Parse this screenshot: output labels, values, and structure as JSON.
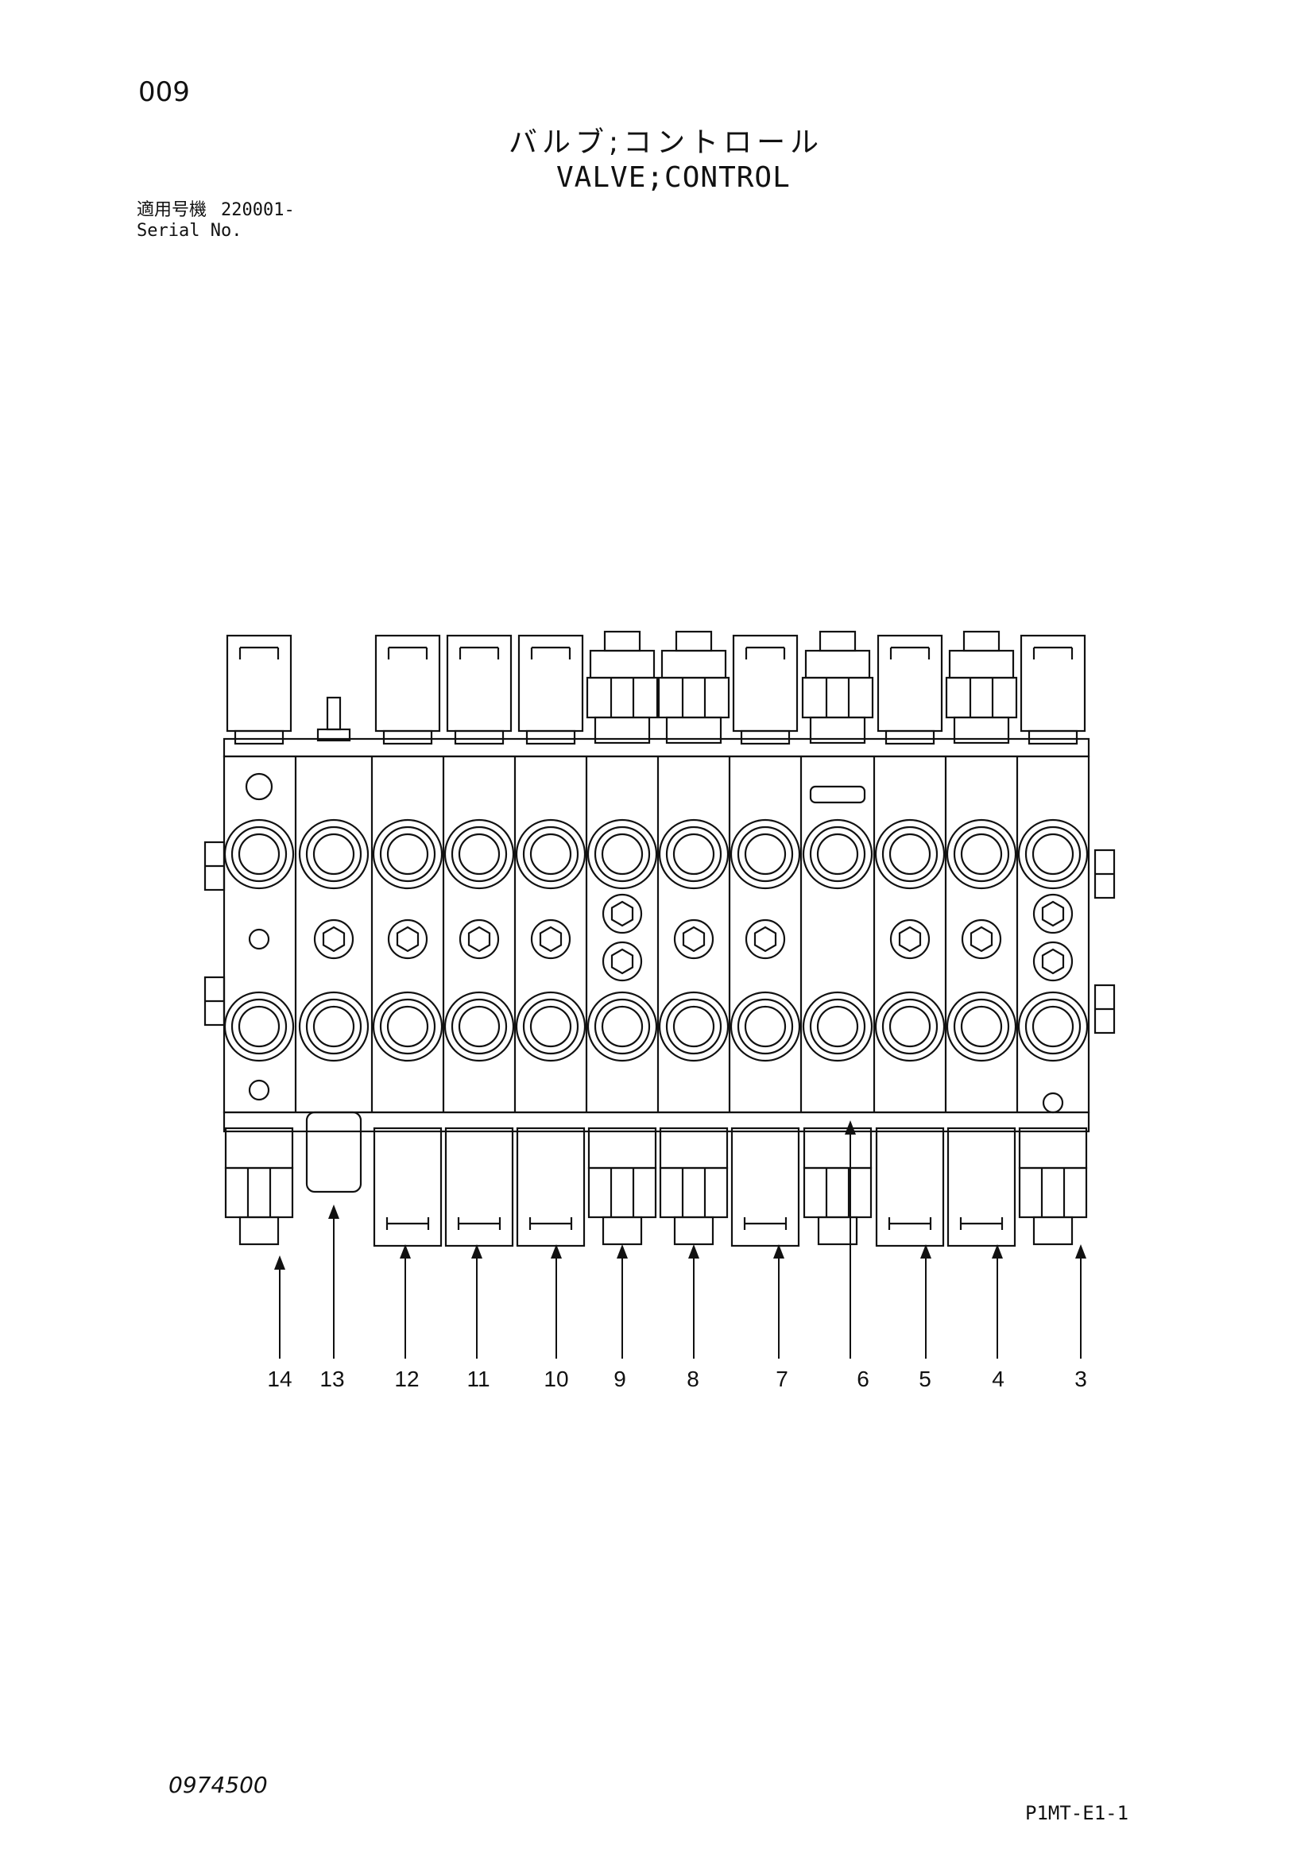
{
  "header": {
    "page_number": "009",
    "title_jp": "バルブ;コントロール",
    "title_en": "VALVE;CONTROL",
    "serial_label_jp": "適用号機",
    "serial_value": "220001-",
    "serial_label_en": "Serial No."
  },
  "footer": {
    "drawing_number": "0974500",
    "sheet_code": "P1MT-E1-1"
  },
  "callouts": [
    "14",
    "13",
    "12",
    "11",
    "10",
    "9",
    "8",
    "7",
    "6",
    "5",
    "4",
    "3"
  ],
  "colors": {
    "ink": "#111111",
    "paper": "#ffffff"
  }
}
